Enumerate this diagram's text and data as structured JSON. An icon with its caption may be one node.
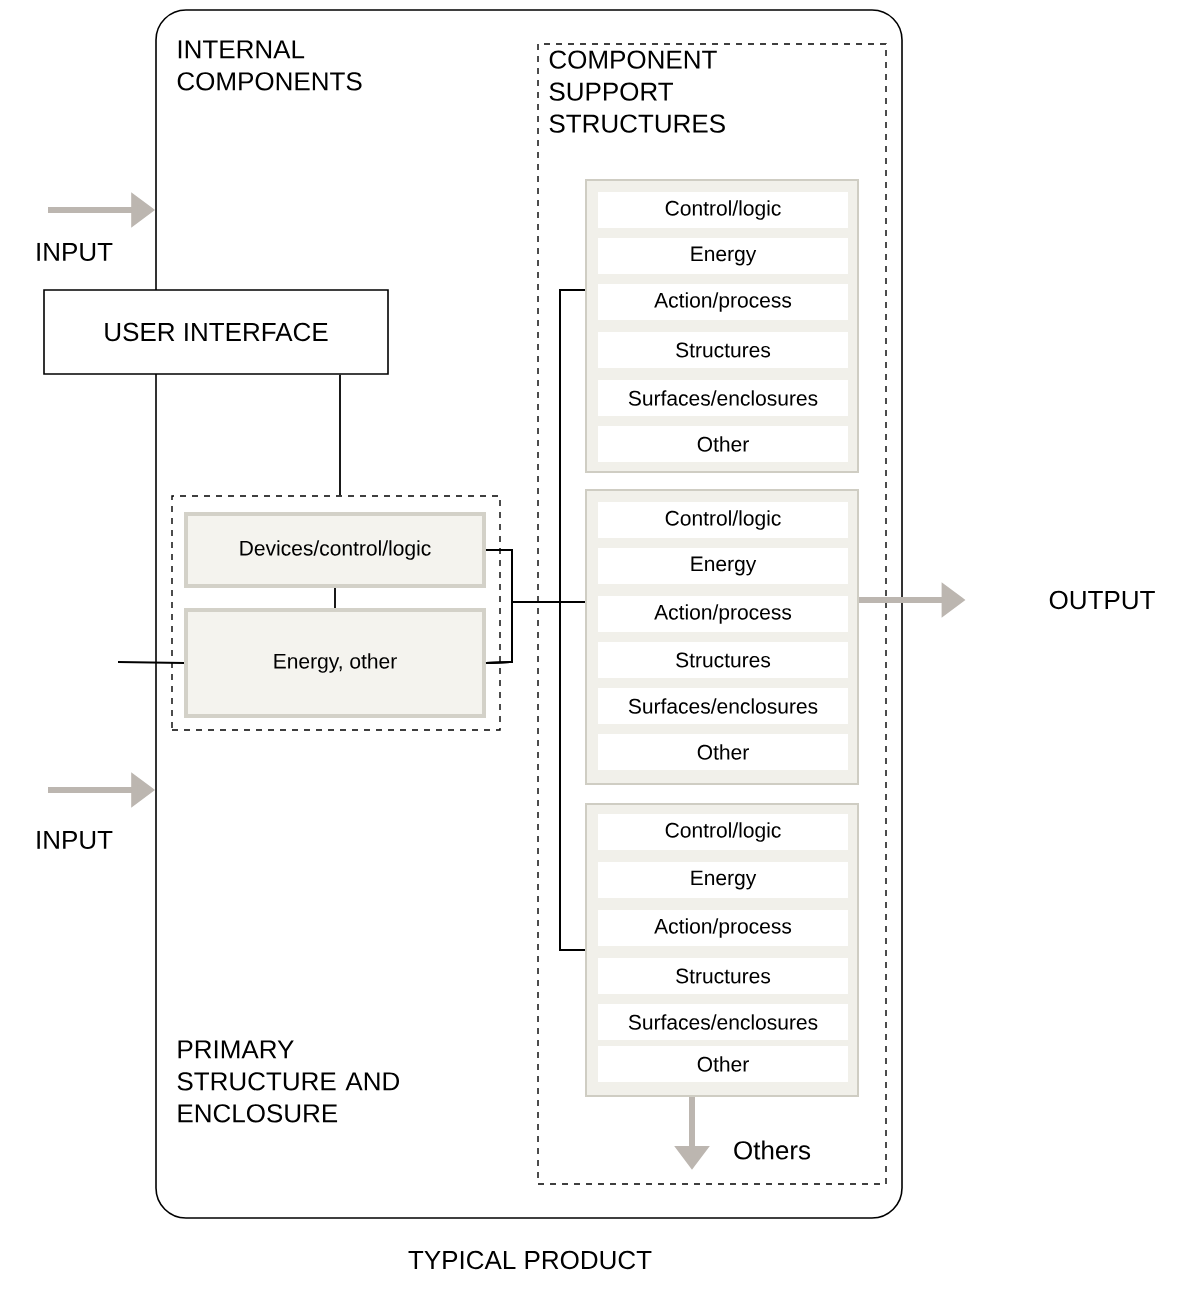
{
  "diagram": {
    "caption": "TYPICAL PRODUCT",
    "nodes": [
      {
        "text": [
          "INTERNAL COMPONENTS",
          "PRIMARY STRUCTURE AND ENCLOSURE"
        ]
      },
      {
        "text": [
          "USER INTERFACE"
        ]
      },
      {
        "text": [],
        "shape": "box",
        "in": 0
      },
      {
        "text": [
          "Devices/control/logic"
        ],
        "in": 2
      },
      {
        "text": [
          "Energy, other"
        ],
        "in": 2
      },
      {
        "text": [
          "COMPONENT SUPPORT STRUCTURES"
        ],
        "in": 0
      },
      {
        "text": [],
        "shape": "box",
        "in": 5
      },
      {
        "text": [
          "Control/logic"
        ],
        "in": 6
      },
      {
        "text": [
          "Energy"
        ],
        "in": 6
      },
      {
        "text": [
          "Action/process"
        ],
        "in": 6
      },
      {
        "text": [
          "Structures"
        ],
        "in": 6
      },
      {
        "text": [
          "Surfaces/enclosures"
        ],
        "in": 6
      },
      {
        "text": [
          "Other"
        ],
        "in": 6
      },
      {
        "text": [],
        "shape": "box",
        "in": 5
      },
      {
        "text": [
          "Control/logic"
        ],
        "in": 13
      },
      {
        "text": [
          "Energy"
        ],
        "in": 13
      },
      {
        "text": [
          "Action/process"
        ],
        "in": 13
      },
      {
        "text": [
          "Structures"
        ],
        "in": 13
      },
      {
        "text": [
          "Surfaces/enclosures"
        ],
        "in": 13
      },
      {
        "text": [
          "Other"
        ],
        "in": 13
      },
      {
        "text": [],
        "shape": "box",
        "in": 5
      },
      {
        "text": [
          "Control/logic"
        ],
        "in": 20
      },
      {
        "text": [
          "Energy"
        ],
        "in": 20
      },
      {
        "text": [
          "Action/process"
        ],
        "in": 20
      },
      {
        "text": [
          "Structures"
        ],
        "in": 20
      },
      {
        "text": [
          "Surfaces/enclosures"
        ],
        "in": 20
      },
      {
        "text": [
          "Other"
        ],
        "in": 20
      },
      {
        "text": [
          "OUTPUT"
        ]
      }
    ],
    "edges": [
      {
        "from": null,
        "to": 0,
        "arrow": "to",
        "label": "INPUT",
        "style": "thick",
        "color": "#bcb6b0"
      },
      {
        "from": null,
        "to": 0,
        "arrow": "to",
        "label": "INPUT",
        "style": "thick",
        "color": "#bcb6b0"
      },
      {
        "from": 1,
        "to": 2,
        "arrow": "none"
      },
      {
        "from": 3,
        "to": 4,
        "arrow": "none"
      },
      {
        "from": null,
        "to": 4,
        "arrow": "none"
      },
      {
        "from": 3,
        "to": 6,
        "arrow": "none"
      },
      {
        "from": 3,
        "to": 13,
        "arrow": "none"
      },
      {
        "from": 3,
        "to": 20,
        "arrow": "none"
      },
      {
        "from": 4,
        "to": 6,
        "arrow": "none"
      },
      {
        "from": 4,
        "to": 13,
        "arrow": "none"
      },
      {
        "from": 4,
        "to": 20,
        "arrow": "none"
      },
      {
        "from": 13,
        "to": 27,
        "arrow": "to",
        "style": "thick",
        "color": "#bcb6b0"
      },
      {
        "from": 20,
        "to": null,
        "arrow": "to",
        "label": "Others",
        "style": "thick",
        "color": "#bcb6b0"
      }
    ]
  }
}
